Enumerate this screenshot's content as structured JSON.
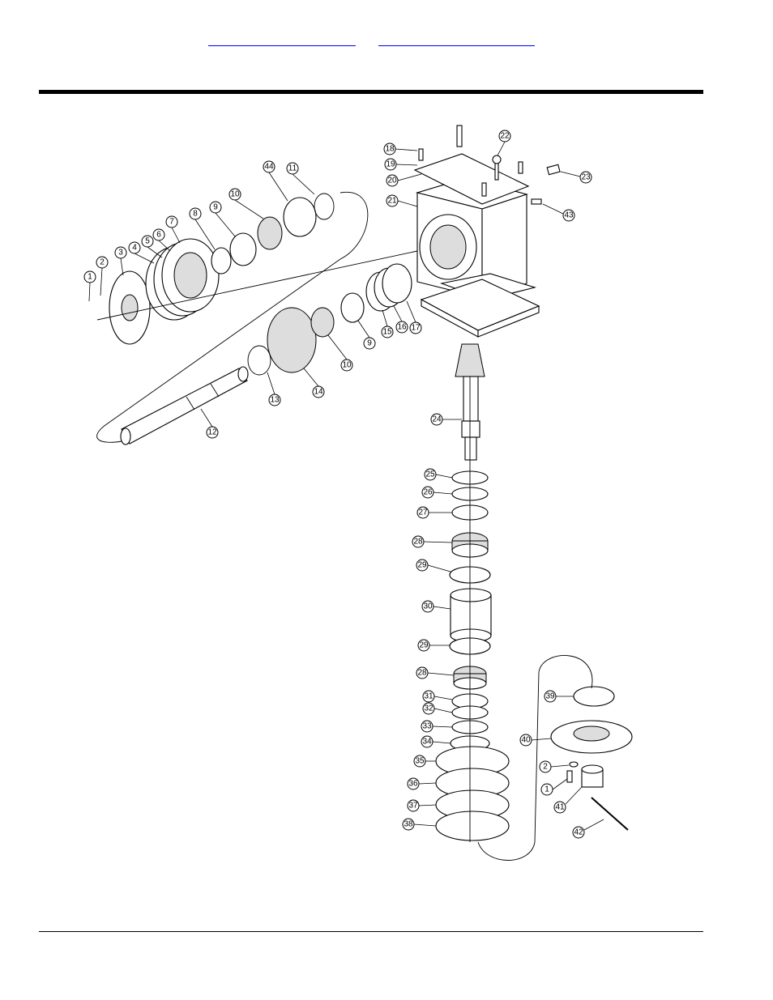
{
  "header": {
    "link_1": "",
    "link_2": ""
  },
  "diagram": {
    "callouts": [
      "1",
      "2",
      "3",
      "4",
      "5",
      "6",
      "7",
      "8",
      "9",
      "10",
      "11",
      "12",
      "13",
      "14",
      "15",
      "16",
      "17",
      "18",
      "19",
      "20",
      "21",
      "22",
      "23",
      "24",
      "25",
      "26",
      "27",
      "28",
      "29",
      "30",
      "31",
      "32",
      "33",
      "34",
      "35",
      "36",
      "37",
      "38",
      "39",
      "40",
      "41",
      "42",
      "43",
      "44"
    ]
  }
}
